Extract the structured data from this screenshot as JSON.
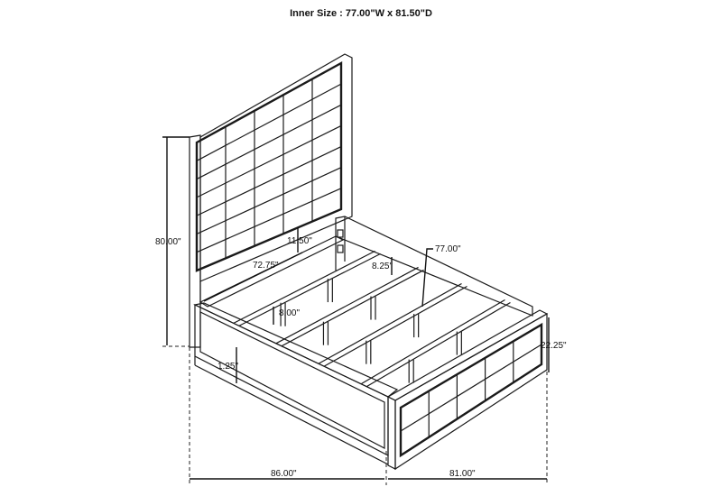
{
  "title": "Inner Size : 77.00\"W x 81.50\"D",
  "dimensions": {
    "height": "80.00\"",
    "headboard_gap": "11.50\"",
    "rail_length": "72.75\"",
    "side_rail_height": "8.25\"",
    "inner_width": "77.00\"",
    "leg_height": "8.00\"",
    "footboard_height": "22.25\"",
    "clearance": "1.25\"",
    "length": "86.00\"",
    "width": "81.00\""
  }
}
